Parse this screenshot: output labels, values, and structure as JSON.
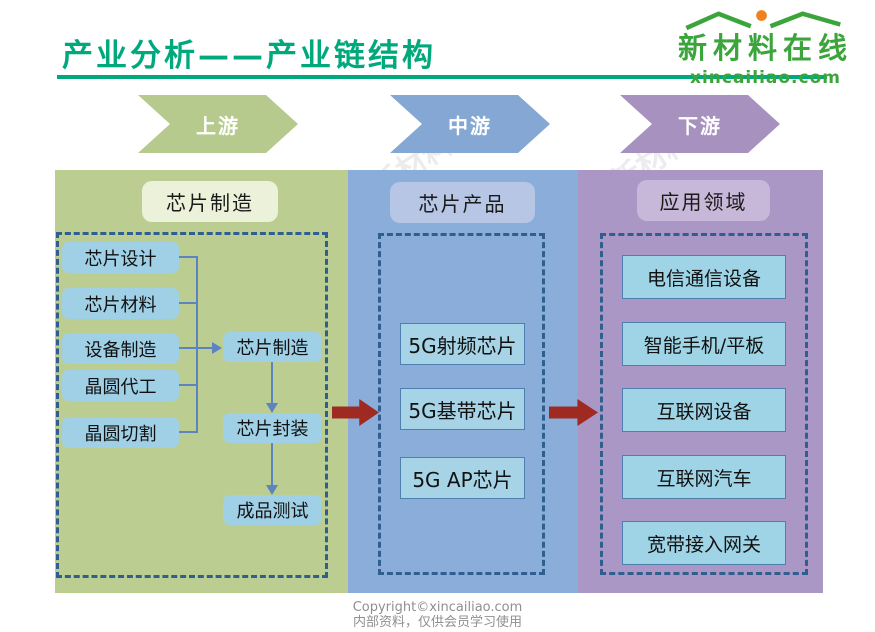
{
  "title": "产业分析——产业链结构",
  "logo": {
    "name": "新材料在线",
    "domain": "xincailiao.com"
  },
  "stages": [
    {
      "label": "上游",
      "color": "#B6CA8D"
    },
    {
      "label": "中游",
      "color": "#84A7D3"
    },
    {
      "label": "下游",
      "color": "#A791BF"
    }
  ],
  "upstream": {
    "header": "芯片制造",
    "inputs": [
      "芯片设计",
      "芯片材料",
      "设备制造",
      "晶圆代工",
      "晶圆切割"
    ],
    "flow": [
      "芯片制造",
      "芯片封装",
      "成品测试"
    ]
  },
  "midstream": {
    "header": "芯片产品",
    "products": [
      "5G射频芯片",
      "5G基带芯片",
      "5G AP芯片"
    ]
  },
  "downstream": {
    "header": "应用领域",
    "applications": [
      "电信通信设备",
      "智能手机/平板",
      "互联网设备",
      "互联网汽车",
      "宽带接入网关"
    ]
  },
  "footer": {
    "copyright": "Copyright©xincailiao.com",
    "notice": "内部资料，仅供会员学习使用"
  },
  "watermarks": [
    {
      "text": "新材料在线"
    },
    {
      "text": "xincailiao.com"
    },
    {
      "text": "新材料在线"
    },
    {
      "text": "新材料在线"
    },
    {
      "text": "xincailiao.com"
    },
    {
      "text": "新材料在线"
    },
    {
      "text": "新材料在线"
    },
    {
      "text": "xincailiao.com"
    },
    {
      "text": "新材料在线"
    }
  ],
  "colors": {
    "title_green": "#00A97C",
    "logo_green": "#3BA53C",
    "panel_green": "#BCCD92",
    "panel_blue": "#8BADD9",
    "panel_purple": "#AB97C5",
    "node_blue": "#9FD0E6",
    "dash_navy": "#2F5E8F",
    "connector_blue": "#5C84C0",
    "arrow_red": "#9E2A22"
  }
}
